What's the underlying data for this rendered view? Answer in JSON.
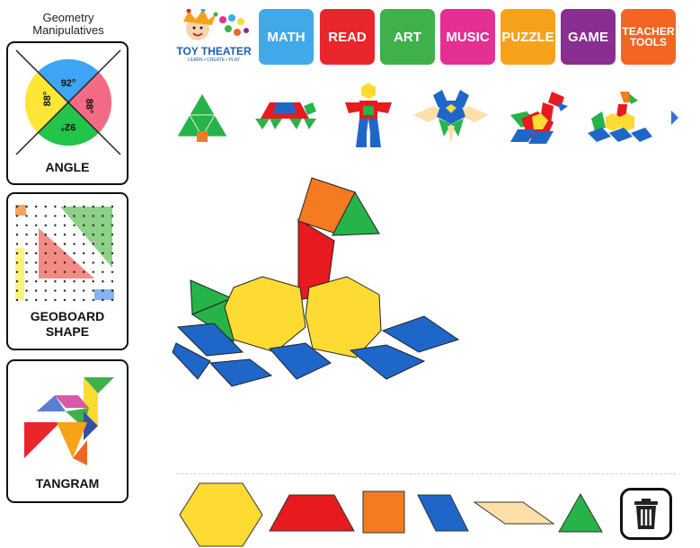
{
  "sidebar": {
    "title": "Geometry Manipulatives",
    "cards": [
      {
        "label": "ANGLE",
        "angles": [
          "92°",
          "88°",
          "92°",
          "88°"
        ]
      },
      {
        "label": "GEOBOARD SHAPE"
      },
      {
        "label": "TANGRAM"
      }
    ]
  },
  "logo": {
    "name": "TOY THEATER",
    "tagline": "LEARN • CREATE • PLAY"
  },
  "nav": [
    {
      "label": "MATH",
      "color": "#41a9ea"
    },
    {
      "label": "READ",
      "color": "#e8262b"
    },
    {
      "label": "ART",
      "color": "#40b04a"
    },
    {
      "label": "MUSIC",
      "color": "#e42f93"
    },
    {
      "label": "PUZZLE",
      "color": "#f7a21b"
    },
    {
      "label": "GAME",
      "color": "#8a2d91"
    },
    {
      "label": "TEACHER TOOLS",
      "color": "#f26522"
    }
  ],
  "gallery": {
    "items": [
      "tree",
      "turtle",
      "robot",
      "bug",
      "duck",
      "boat"
    ],
    "next_icon": "chevron-right-icon"
  },
  "palette": {
    "shapes": [
      "hexagon",
      "trapezoid",
      "square",
      "blue-rhombus",
      "tan-rhombus",
      "triangle"
    ],
    "colors": {
      "hexagon": "#fedb32",
      "trapezoid": "#e61a1f",
      "square": "#f47b20",
      "blue_rhombus": "#1e67c9",
      "tan_rhombus": "#fde0a8",
      "triangle": "#26b34a"
    },
    "trash_icon": "trash-icon"
  }
}
